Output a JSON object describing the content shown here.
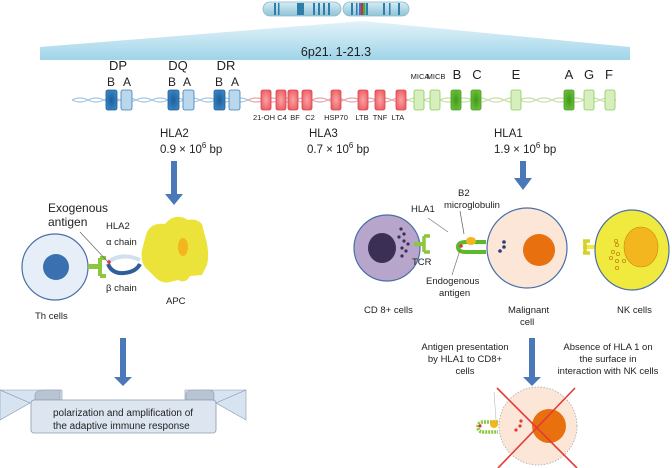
{
  "locus": {
    "label": "6p21. 1-21.3"
  },
  "hla2_genes": {
    "groups": [
      {
        "name": "DP",
        "subs": [
          "B",
          "A"
        ]
      },
      {
        "name": "DQ",
        "subs": [
          "B",
          "A"
        ]
      },
      {
        "name": "DR",
        "subs": [
          "B",
          "A"
        ]
      }
    ]
  },
  "hla3_genes": [
    "21-OH",
    "C4",
    "BF",
    "C2",
    "HSP70",
    "LTB",
    "TNF",
    "LTA"
  ],
  "hla1_genes": {
    "small": [
      "MICA",
      "MICB"
    ],
    "large": [
      "B",
      "C",
      "E",
      "A",
      "G",
      "F"
    ]
  },
  "regions": [
    {
      "name": "HLA2",
      "size_prefix": "0.9 × 10",
      "size_exp": "6",
      "size_unit": " bp"
    },
    {
      "name": "HLA3",
      "size_prefix": "0.7 × 10",
      "size_exp": "6",
      "size_unit": " bp"
    },
    {
      "name": "HLA1",
      "size_prefix": "1.9 × 10",
      "size_exp": "6",
      "size_unit": " bp"
    }
  ],
  "left_panel": {
    "exogenous_antigen_1": "Exogenous",
    "exogenous_antigen_2": "antigen",
    "hla2": "HLA2",
    "alpha_chain": "α chain",
    "beta_chain": "β chain",
    "apc": "APC",
    "th_cells": "Th cells",
    "banner_line1": "polarization and amplification of",
    "banner_line2": "the adaptive immune response"
  },
  "right_panel": {
    "hla1": "HLA1",
    "b2_line1": "B2",
    "b2_line2": "microglobulin",
    "tcr": "TCR",
    "endogenous_1": "Endogenous",
    "endogenous_2": "antigen",
    "cd8_cells": "CD 8+ cells",
    "malignant_1": "Malignant",
    "malignant_2": "cell",
    "nk_cells": "NK cells",
    "presentation_1": "Antigen presentation",
    "presentation_2": "by HLA1 to CD8+",
    "presentation_3": "cells",
    "absence_1": "Absence of HLA 1 on",
    "absence_2": "the surface in",
    "absence_3": "interaction with NK cells"
  },
  "colors": {
    "hla2_dark": "#2f78b7",
    "hla2_light": "#b9d8ee",
    "hla3": "#f06a6f",
    "hla1_dark": "#5cb82d",
    "hla1_light": "#d3ecb6",
    "arrow": "#4a78b8",
    "apc": "#ebe23a",
    "malignant": "#fbe6d8",
    "malignant_nucleus": "#e8700f",
    "cd8": "#b7a5cb",
    "cd8_nucleus": "#3b2f55",
    "nk": "#f0ea3e",
    "cross": "#e53935"
  }
}
